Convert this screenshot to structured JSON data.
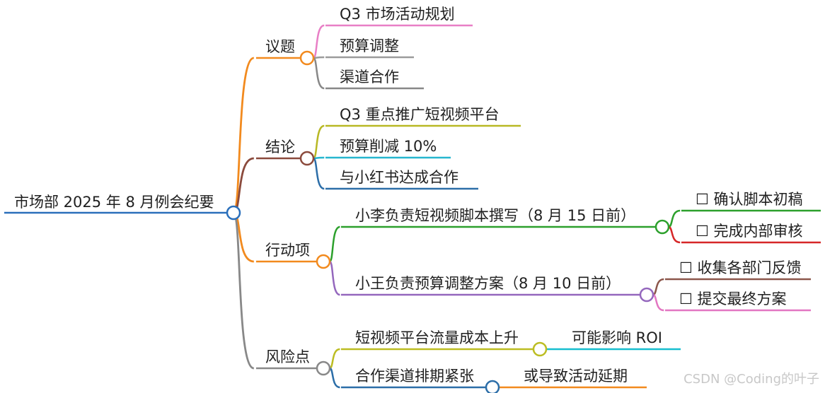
{
  "root": {
    "label": "市场部 2025 年 8 月例会纪要",
    "color": "#2a6fbb"
  },
  "branches": [
    {
      "id": "topics",
      "label": "议题",
      "color": "#f28a1e",
      "children": [
        {
          "label": "Q3 市场活动规划",
          "color": "#e87fc6"
        },
        {
          "label": "预算调整",
          "color": "#9b9b9b"
        },
        {
          "label": "渠道合作",
          "color": "#888888"
        }
      ]
    },
    {
      "id": "conclusions",
      "label": "结论",
      "color": "#8b4a3c",
      "children": [
        {
          "label": "Q3 重点推广短视频平台",
          "color": "#b8b824"
        },
        {
          "label": "预算削减 10%",
          "color": "#27b6cf"
        },
        {
          "label": "与小红书达成合作",
          "color": "#2c6ea8"
        }
      ]
    },
    {
      "id": "actions",
      "label": "行动项",
      "color": "#f28a1e",
      "children": [
        {
          "label": "小李负责短视频脚本撰写（8 月 15 日前）",
          "color": "#2ca02c",
          "children": [
            {
              "label": "☐ 确认脚本初稿",
              "color": "#2ca02c"
            },
            {
              "label": "☐ 完成内部审核",
              "color": "#d62728"
            }
          ]
        },
        {
          "label": "小王负责预算调整方案（8 月 10 日前）",
          "color": "#9467bd",
          "children": [
            {
              "label": "☐ 收集各部门反馈",
              "color": "#8c564b"
            },
            {
              "label": "☐ 提交最终方案",
              "color": "#e377c2"
            }
          ]
        }
      ]
    },
    {
      "id": "risks",
      "label": "风险点",
      "color": "#888888",
      "children": [
        {
          "label": "短视频平台流量成本上升",
          "color": "#bcbd22",
          "children": [
            {
              "label": "可能影响 ROI",
              "color": "#17becf"
            }
          ]
        },
        {
          "label": "合作渠道排期紧张",
          "color": "#2c6ea8",
          "children": [
            {
              "label": "或导致活动延期",
              "color": "#f28a1e"
            }
          ]
        }
      ]
    }
  ],
  "watermark": "CSDN @Coding的叶子"
}
